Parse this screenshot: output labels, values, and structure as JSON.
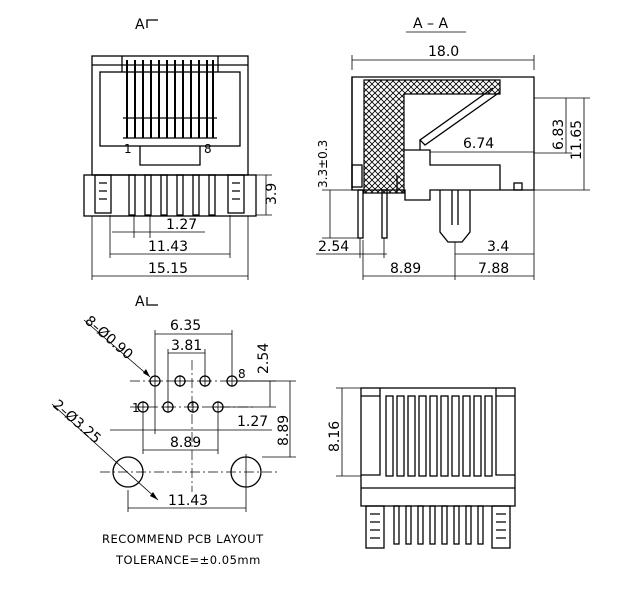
{
  "views": {
    "front": {
      "section_mark": "A",
      "pin_first": "1",
      "pin_last": "8",
      "dims": {
        "height": "3.9",
        "pitch": "1.27",
        "span": "11.43",
        "width": "15.15"
      }
    },
    "section": {
      "title": "A  –  A",
      "dims": {
        "length": "18.0",
        "upper": "6.83",
        "height": "11.65",
        "inner": "6.74",
        "pin_len": "3.3±0.3",
        "offset": "2.54",
        "pos_a": "8.89",
        "pos_b": "7.88",
        "post": "3.4"
      }
    },
    "pcb": {
      "section_mark": "A",
      "holes_small": "8–Ø0.90",
      "holes_large": "2–Ø3.25",
      "pin_first": "1",
      "pin_last": "8",
      "dims": {
        "w635": "6.35",
        "w381": "3.81",
        "v254": "2.54",
        "pitch": "1.27",
        "w889": "8.89",
        "v889": "8.89",
        "w1143": "11.43"
      },
      "note_title": "RECOMMEND PCB LAYOUT",
      "note_tolerance": "TOLERANCE=±0.05mm"
    },
    "bottom": {
      "dims": {
        "depth": "8.16"
      }
    }
  }
}
